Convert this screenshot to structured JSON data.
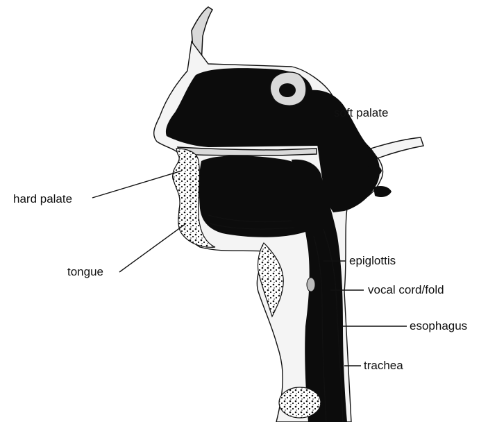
{
  "labels": {
    "soft_palate": "soft palate",
    "hard_palate": "hard palate",
    "tongue": "tongue",
    "epiglottis": "epiglottis",
    "vocal_cord": "vocal cord/fold",
    "esophagus": "esophagus",
    "trachea": "trachea"
  }
}
